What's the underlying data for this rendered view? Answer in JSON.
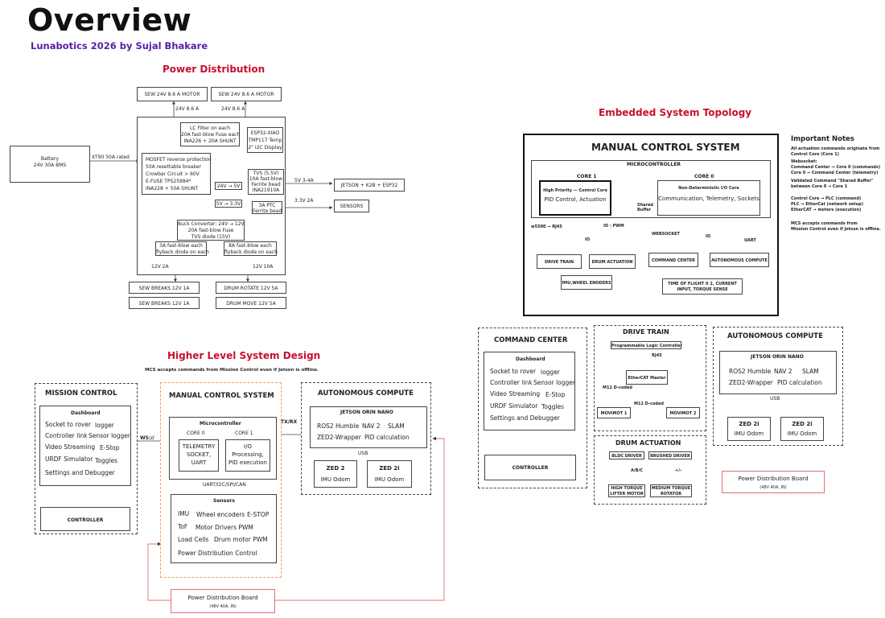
{
  "header": {
    "title": "Overview",
    "subtitle": "Lunabotics 2026 by Sujal Bhakare"
  },
  "power": {
    "title": "Power Distribution",
    "motor1": "SEW 24V 8.6 A MOTOR",
    "motor2": "SEW 24V 8.6 A MOTOR",
    "motor_v1": "24V 8.6 A",
    "motor_v2": "24V 8.6 A",
    "battery_line1": "Battery",
    "battery_line2": "24V 30A BMS",
    "connector": "XT90 50A rated",
    "lc_filter": [
      "LC Filter on each",
      "20A fast-blow Fuse each",
      "INA226 + 20A SHUNT"
    ],
    "esp32": [
      "ESP32-XIAO",
      "TMP117 Temp",
      "2\" I2C Display"
    ],
    "mosfet": [
      "MOSFET reverse protection",
      "50A resettable breaker",
      "Crowbar Circuit > 60V",
      "E-FUSE TPS25984*",
      "INA228 + 50A SHUNT"
    ],
    "conv_24_5": "24V → 5V",
    "tvs": [
      "TVS (5.5V)",
      "10A fast-blow",
      "Ferrite bead",
      "INA21910A"
    ],
    "conv_5_33": "5V → 3.3V",
    "ptc": [
      "3A PTC",
      "Ferrite bead"
    ],
    "buck": [
      "Buck Converter: 24V → 12V",
      "20A fast-blow Fuse",
      "TVS diode (15V)"
    ],
    "fuse3a": [
      "3A fast-blow each",
      "flyback diode on each"
    ],
    "fuse8a": [
      "8A fast-blow each",
      "flyback diode on each"
    ],
    "out_5v": "5V 3-4A",
    "out_33v": "3.3V 2A",
    "jetson": "JETSON + K2B + ESP32",
    "sensors": "SENSORS",
    "v12_2a": "12V 2A",
    "v12_10a": "12V 10A",
    "breaks1": "SEW BREAKS  12V 1A",
    "breaks2": "SEW BREAKS  12V 1A",
    "drum_rotate": "DRUM ROTATE  12V 5A",
    "drum_move": "DRUM MOVE  12V 5A"
  },
  "embedded": {
    "title": "Embedded System Topology",
    "mcs": "MANUAL CONTROL SYSTEM",
    "micro": "MICROCONTROLLER",
    "core1": "CORE 1",
    "core0": "CORE 0",
    "core1_box": [
      "High Priority — Control Core",
      "PID Control, Actuation"
    ],
    "core0_box": [
      "Non-Deterministic I/O Core",
      "Communication, Telemetry, Sockets"
    ],
    "shared": [
      "Shared",
      "Buffer"
    ],
    "w5500": "w5500 → RJ45",
    "io1": "IO",
    "io_pwm": "IO : PWM",
    "websocket": "WEBSOCKET",
    "io2": "IO",
    "uart": "UART",
    "drive_train": "DRIVE TRAIN",
    "drum_act": "DRUM ACTUATION",
    "imu_enc": "IMU,WHEEL ENODERS",
    "cmd_center": "COMMAND CENTER",
    "auto_compute": "AUTONOMOUS COMPUTE",
    "tof": [
      "TIME OF FLIGHT X 2, CURRENT",
      "INPUT, TORQUE SENSE"
    ]
  },
  "notes": {
    "title": "Important Notes",
    "lines": [
      "All actuation commands originate from",
      "Control Core (Core 1)",
      "Websocket:",
      "Command Center → Core 0 (commands)",
      "Core 0 → Command Center (telemetry)",
      "Validated Command \"Shared Buffer\"",
      "between Core 0 → Core 1",
      "Control Core → PLC (command)",
      "PLC → EtherCat (network setup)",
      "EtherCAT → motors (execution)",
      "MCS accepts commands from",
      "Mission Control even if Jetson is offline."
    ]
  },
  "right_detail": {
    "cc_title": "COMMAND CENTER",
    "cc_dashboard": "Dashboard",
    "cc_items": [
      "Socket to rover",
      "logger",
      "Controller link",
      "Sensor logger",
      "Video Streaming",
      "E-Stop",
      "URDF Simulator",
      "Toggles",
      "Settings and Debugger"
    ],
    "cc_controller": "CONTROLLER",
    "dt_title": "DRIVE TRAIN",
    "dt_plc": "Programmable Logic Controller",
    "dt_rj45": "RJ45",
    "dt_master": "EtherCAT Master",
    "dt_m12a": "M12 D-coded",
    "dt_m12b": "M12 D-coded",
    "dt_movi1": "MOVIMOT 1",
    "dt_movi2": "MOVIMOT 2",
    "da_title": "DRUM ACTUATION",
    "da_bldc": "BLDC DRIVER",
    "da_brushed": "BRUSHED DRIVER",
    "da_abc": "A/B/C",
    "da_pm": "+/-",
    "da_lifter": [
      "HIGH TORQUE",
      "LIFTER MOTOR"
    ],
    "da_rotator": [
      "MEDIUM TORQUE",
      "ROTATOR"
    ],
    "ac_title": "AUTONOMOUS COMPUTE",
    "ac_jetson": "JETSON ORIN NANO",
    "ac_items": [
      "ROS2 Humble",
      "NAV 2",
      "SLAM",
      "ZED2-Wrapper",
      "PID calculation"
    ],
    "ac_usb": "USB",
    "ac_zed2i_a": "ZED 2i",
    "ac_zed2i_b": "ZED 2i",
    "ac_imu_a": "IMU Odom",
    "ac_imu_b": "IMU Odom",
    "pdb": "Power Distribution Board",
    "pdb_sub": "(48V 40A, IN)"
  },
  "hl": {
    "title": "Higher Level System Design",
    "note": "MCS accepts commands from Mission Control even if Jetson is offline.",
    "mc_title": "MISSION CONTROL",
    "mc_dashboard": "Dashboard",
    "mc_items": [
      "Socket to rover",
      "logger",
      "Controller link",
      "Sensor logger",
      "Video Streaming",
      "E-Stop",
      "URDF Simulator",
      "Toggles",
      "Settings and Debugger"
    ],
    "mc_controller": "CONTROLLER",
    "ws": "WS://",
    "mcs_title": "MANUAL CONTROL SYSTEM",
    "micro": "Microcontroller",
    "core0": "CORE 0",
    "core1": "CORE 1",
    "core0_box": [
      "TELEMETRY",
      "SOCKET,",
      "UART"
    ],
    "core1_box": [
      "I/O",
      "Processing,",
      "PID execution"
    ],
    "uart_bus": "UART/I2C/SPI/CAN",
    "sensors_title": "Sensors",
    "sensor_items": [
      "IMU",
      "Wheel encoders",
      "E-STOP",
      "ToF",
      "Motor Drivers PWM",
      "Load Cells",
      "Drum motor PWM",
      "Power Distribution Control"
    ],
    "txrx": "TX/RX",
    "ac_title": "AUTONOMOUS COMPUTE",
    "ac_jetson": "JETSON ORIN NANO",
    "ac_items": [
      "ROS2 Humble",
      "NAV 2",
      "SLAM",
      "ZED2-Wrapper",
      "PID calculation"
    ],
    "usb": "USB",
    "zed2": "ZED 2",
    "zed2i": "ZED 2i",
    "imu_a": "IMU Odom",
    "imu_b": "IMU Odom",
    "pdb": "Power Distribution Board",
    "pdb_sub": "(48V 40A, IN)"
  },
  "colors": {
    "accent_red": "#c8102e",
    "subtitle_purple": "#5a1ea8",
    "orange_dash": "#f0a070",
    "pink_line": "#e07070"
  }
}
